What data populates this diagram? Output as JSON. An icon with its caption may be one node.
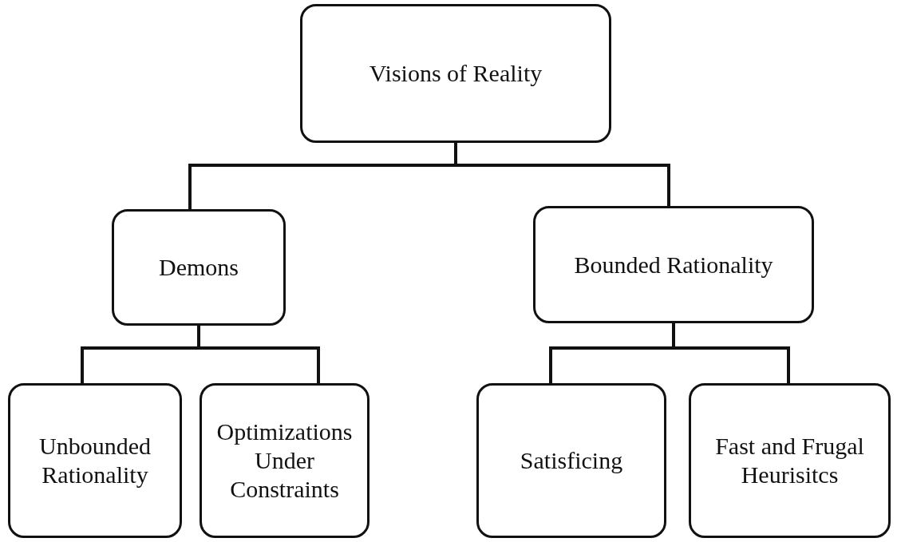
{
  "diagram": {
    "nodes": [
      {
        "text": [
          "Visions of Reality"
        ]
      },
      {
        "text": [
          "Demons"
        ]
      },
      {
        "text": [
          "Bounded Rationality"
        ]
      },
      {
        "text": [
          "Unbounded Rationality"
        ]
      },
      {
        "text": [
          "Optimizations Under Constraints"
        ]
      },
      {
        "text": [
          "Satisficing"
        ]
      },
      {
        "text": [
          "Fast and Frugal Heurisitcs"
        ]
      }
    ],
    "edges": [
      {
        "from": 0,
        "to": 1,
        "arrow": "none"
      },
      {
        "from": 0,
        "to": 2,
        "arrow": "none"
      },
      {
        "from": 1,
        "to": 3,
        "arrow": "none"
      },
      {
        "from": 1,
        "to": 4,
        "arrow": "none"
      },
      {
        "from": 2,
        "to": 5,
        "arrow": "none"
      },
      {
        "from": 2,
        "to": 6,
        "arrow": "none"
      }
    ]
  }
}
